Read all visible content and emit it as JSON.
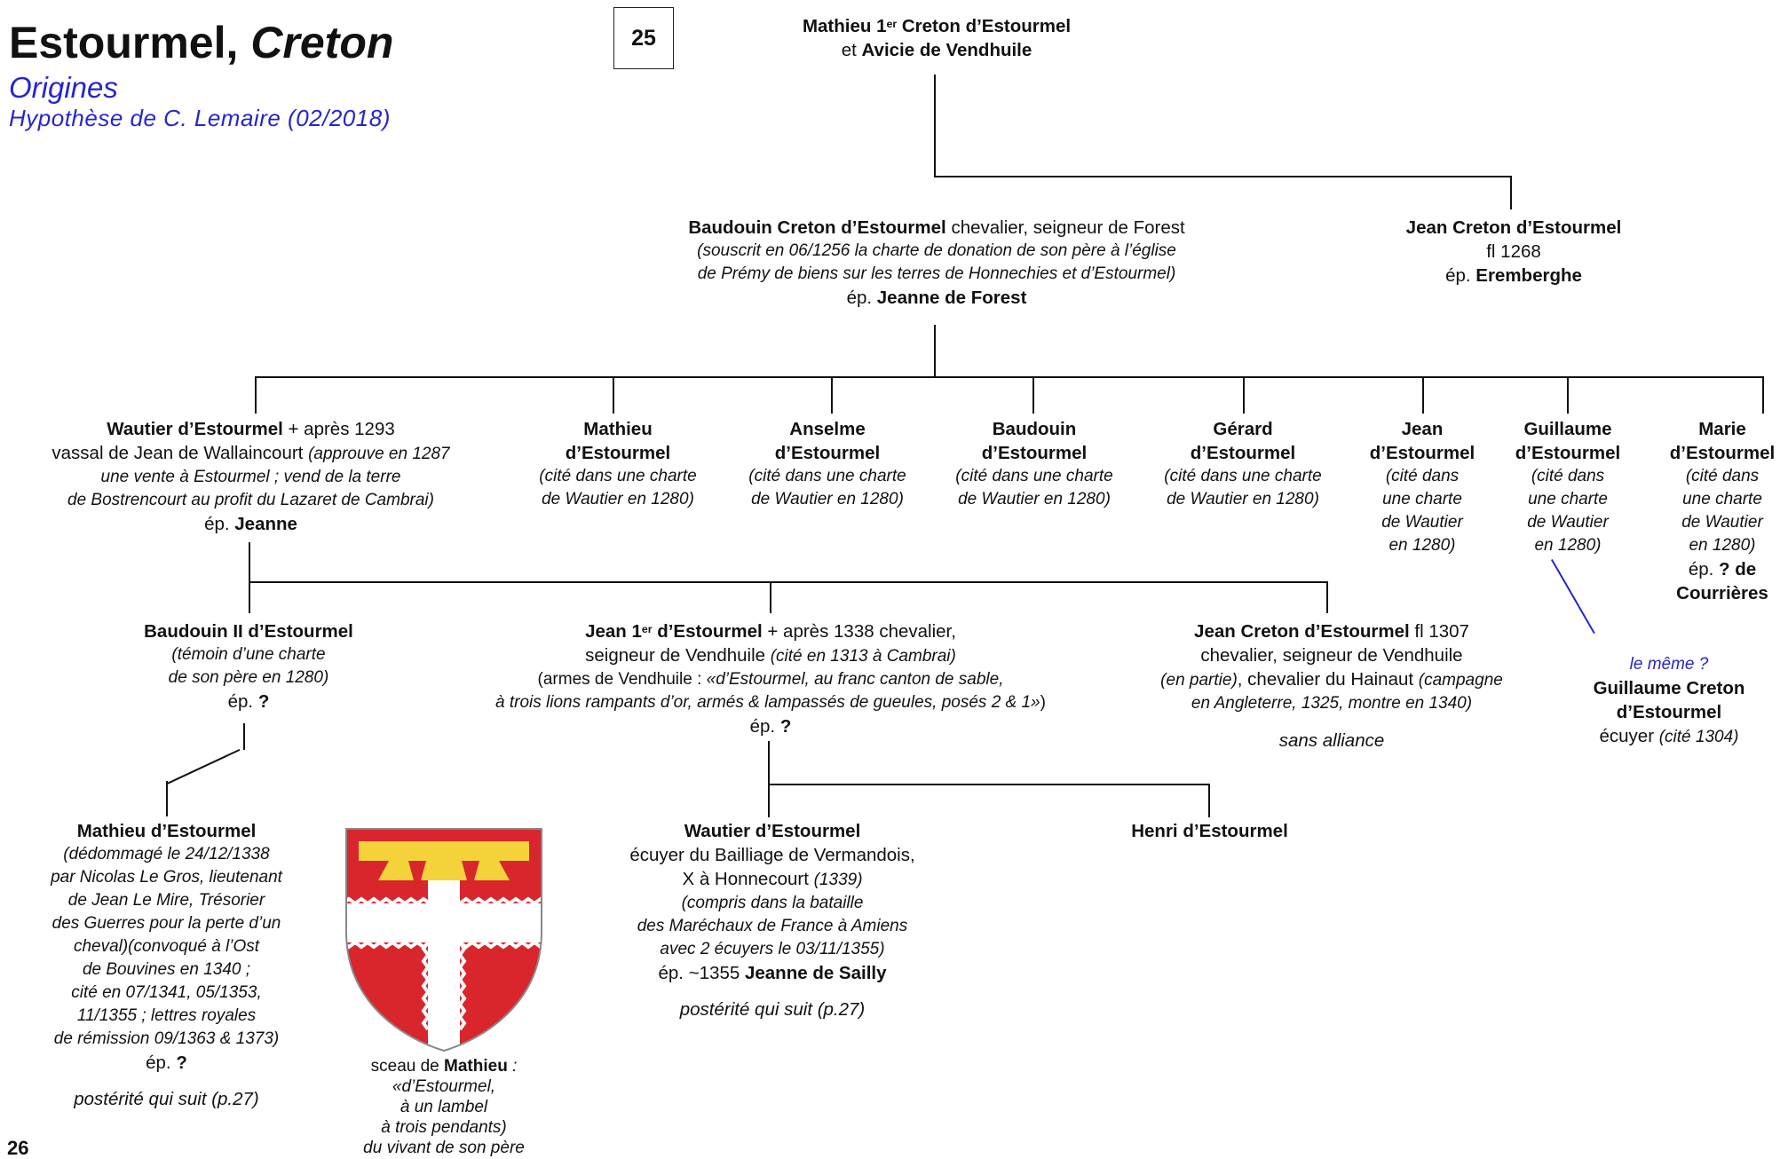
{
  "header": {
    "title_a": "Estourmel,",
    "title_b": "Creton",
    "origins": "Origines",
    "hypothesis": "Hypothèse de C. Lemaire (02/2018)",
    "page_number": "25",
    "footer_number": "26"
  },
  "root": {
    "n1a": "Mathieu 1",
    "n1sup": "er",
    "n1b": " Creton d’Estourmel",
    "et": "et ",
    "n2": "Avicie de Vendhuile"
  },
  "baudouin": {
    "name": "Baudouin Creton d’Estourmel",
    "title": " chevalier, seigneur de Forest",
    "note1": "(souscrit en 06/1256 la charte de donation de son père à l’église",
    "note2": "de Prémy de biens sur les terres de Honnechies et d’Estourmel)",
    "ep": "ép. ",
    "spouse": "Jeanne de Forest"
  },
  "jean_creton": {
    "name": "Jean Creton d’Estourmel",
    "fl": "fl 1268",
    "ep": "ép. ",
    "spouse": "Eremberghe"
  },
  "wautier": {
    "name": "Wautier d’Estourmel",
    "death": " + après 1293",
    "l2a": "vassal de Jean de Wallaincourt ",
    "l2b": "(approuve en 1287",
    "l3": "une vente à Estourmel ; vend de la terre",
    "l4": "de Bostrencourt au profit du Lazaret de Cambrai)",
    "ep": "ép. ",
    "spouse": "Jeanne"
  },
  "siblings": [
    {
      "l1": "Mathieu",
      "l2": "d’Estourmel",
      "n1": "(cité dans une charte",
      "n2": "de Wautier en 1280)"
    },
    {
      "l1": "Anselme",
      "l2": "d’Estourmel",
      "n1": "(cité dans une charte",
      "n2": "de Wautier en 1280)"
    },
    {
      "l1": "Baudouin",
      "l2": "d’Estourmel",
      "n1": "(cité dans une charte",
      "n2": "de Wautier en 1280)"
    },
    {
      "l1": "Gérard",
      "l2": "d’Estourmel",
      "n1": "(cité dans une charte",
      "n2": "de Wautier en 1280)"
    }
  ],
  "narrow_siblings": [
    {
      "l1": "Jean",
      "l2": "d’Estourmel",
      "n1": "(cité dans",
      "n2": "une charte",
      "n3": "de Wautier",
      "n4": "en 1280)"
    },
    {
      "l1": "Guillaume",
      "l2": "d’Estourmel",
      "n1": "(cité dans",
      "n2": "une charte",
      "n3": "de Wautier",
      "n4": "en 1280)"
    },
    {
      "l1": "Marie",
      "l2": "d’Estourmel",
      "n1": "(cité dans",
      "n2": "une charte",
      "n3": "de Wautier",
      "n4": "en 1280)"
    }
  ],
  "marie_ep": {
    "ep": "ép. ",
    "spouse1": "? de",
    "spouse2": "Courrières"
  },
  "guillaume_same": {
    "q": "le même ?",
    "n1": "Guillaume Creton",
    "n2": "d’Estourmel",
    "l3a": "écuyer ",
    "l3b": "(cité 1304)"
  },
  "baudouin2": {
    "name": "Baudouin II d’Estourmel",
    "n1": "(témoin d’une charte",
    "n2": "de son père en 1280)",
    "ep": "ép. ",
    "spouse": "?"
  },
  "jean1": {
    "n1a": "Jean 1",
    "n1sup": "er",
    "n1b": " d’Estourmel",
    "death": " + après 1338 chevalier,",
    "l2a": "seigneur de Vendhuile ",
    "l2b": "(cité en 1313 à Cambrai)",
    "l3a": "(armes de Vendhuile : ",
    "l3b": "«d’Estourmel, au franc canton de sable,",
    "l4a": "à trois lions rampants d’or, armés & lampassés de gueules, posés 2 & 1»",
    "l4b": ")",
    "ep": "ép. ",
    "spouse": "?"
  },
  "jean_creton2": {
    "name": "Jean Creton d’Estourmel",
    "fl": "  fl 1307",
    "l2": "chevalier, seigneur de Vendhuile",
    "l3a": "(en partie)",
    "l3b": ", chevalier du Hainaut ",
    "l3c": "(campagne",
    "l4": "en Angleterre, 1325, montre en 1340)",
    "sans": "sans alliance"
  },
  "mathieu2": {
    "name": "Mathieu d’Estourmel",
    "lines": [
      "(dédommagé le 24/12/1338",
      "par Nicolas Le Gros, lieutenant",
      "de Jean Le Mire, Trésorier",
      "des Guerres pour la perte d’un",
      "cheval)(convoqué à l’Ost",
      "de Bouvines en 1340 ;",
      "cité en 07/1341, 05/1353,",
      "11/1355 ; lettres royales",
      "de rémission 09/1363 & 1373)"
    ],
    "ep": "ép. ",
    "spouse": "?",
    "posterity": "postérité qui suit (p.27)"
  },
  "seal": {
    "l1a": "sceau de ",
    "l1b": "Mathieu",
    "l1c": " :",
    "l2": "«d’Estourmel,",
    "l3": "à un lambel",
    "l4": "à trois pendants)",
    "l5": "du vivant de son père",
    "colors": {
      "field": "#d8262c",
      "cross": "#ffffff",
      "lambel": "#f3d23a",
      "outline": "#888888"
    }
  },
  "wautier2": {
    "name": "Wautier d’Estourmel",
    "l2": "écuyer du Bailliage de Vermandois,",
    "l3a": "X à Honnecourt ",
    "l3b": "(1339)",
    "n1": "(compris dans la bataille",
    "n2": "des Maréchaux de France à Amiens",
    "n3": "avec 2 écuyers  le 03/11/1355)",
    "ep": "ép. ~1355 ",
    "spouse": "Jeanne de Sailly",
    "posterity": "postérité qui suit (p.27)"
  },
  "henri": {
    "name": "Henri d’Estourmel"
  }
}
